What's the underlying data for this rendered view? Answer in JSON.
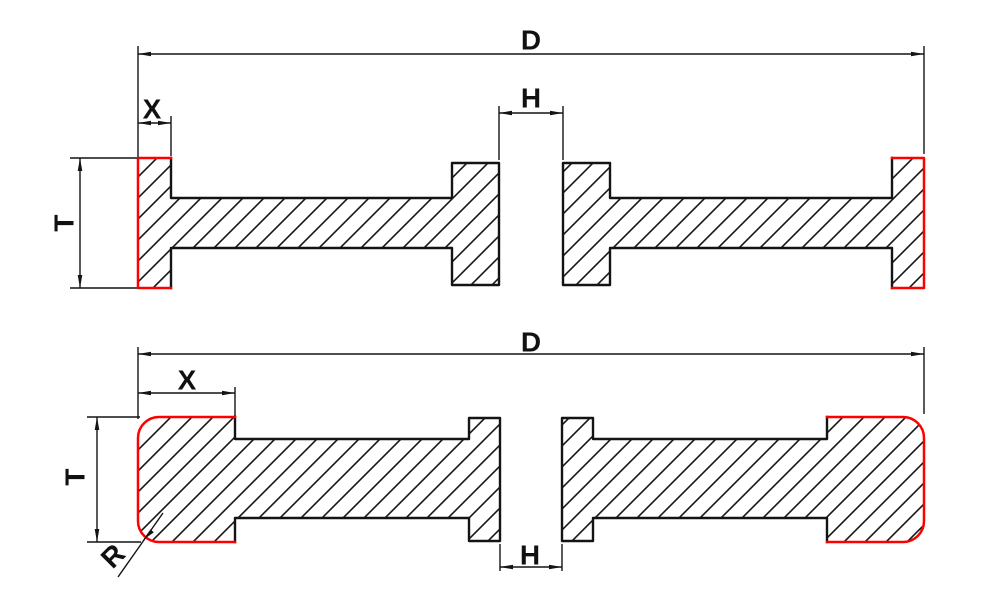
{
  "drawing": {
    "type": "technical-cross-section",
    "colors": {
      "line": "#141414",
      "highlight": "#ff0000",
      "background": "#ffffff"
    },
    "views": [
      {
        "name": "square-edge-profile",
        "labels": {
          "diameter": "D",
          "land_width": "X",
          "gap_width": "H",
          "rim_thickness": "T"
        }
      },
      {
        "name": "rounded-edge-profile",
        "labels": {
          "diameter": "D",
          "land_width": "X",
          "gap_width": "H",
          "rim_thickness": "T",
          "corner_radius": "R"
        }
      }
    ]
  }
}
